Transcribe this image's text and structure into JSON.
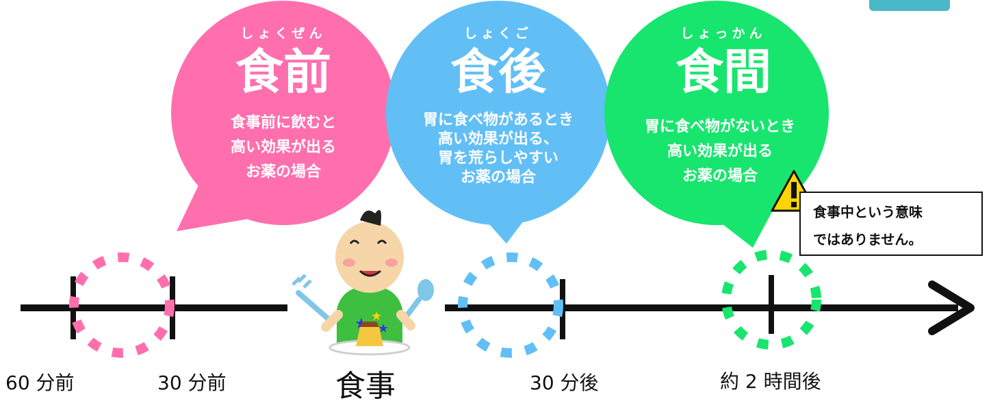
{
  "colors": {
    "before": "#ff6fae",
    "after": "#62bff6",
    "between": "#18e56e",
    "line": "#111111",
    "warning": "#ffd400"
  },
  "bubbles": {
    "before": {
      "ruby": "しょくぜん",
      "title": "食前",
      "lines": [
        "食事前に飲むと",
        "高い効果が出る",
        "お薬の場合"
      ]
    },
    "after": {
      "ruby": "しょくご",
      "title": "食後",
      "lines": [
        "胃に食べ物があるとき",
        "高い効果が出る、",
        "胃を荒らしやすい",
        "お薬の場合"
      ]
    },
    "between": {
      "ruby": "しょっかん",
      "title": "食間",
      "lines": [
        "胃に食べ物がないとき",
        "高い効果が出る",
        "お薬の場合"
      ]
    }
  },
  "note": {
    "line1": "食事中という意味",
    "line2": "ではありません。"
  },
  "timeline": {
    "label_60_before": "60 分前",
    "label_30_before": "30 分前",
    "label_meal": "食事",
    "label_30_after": "30 分後",
    "label_2h_after": "約 2 時間後"
  },
  "icons": {
    "warning": "warning-icon",
    "arrow": "arrow-right-icon",
    "child": "child-eating-illustration"
  }
}
